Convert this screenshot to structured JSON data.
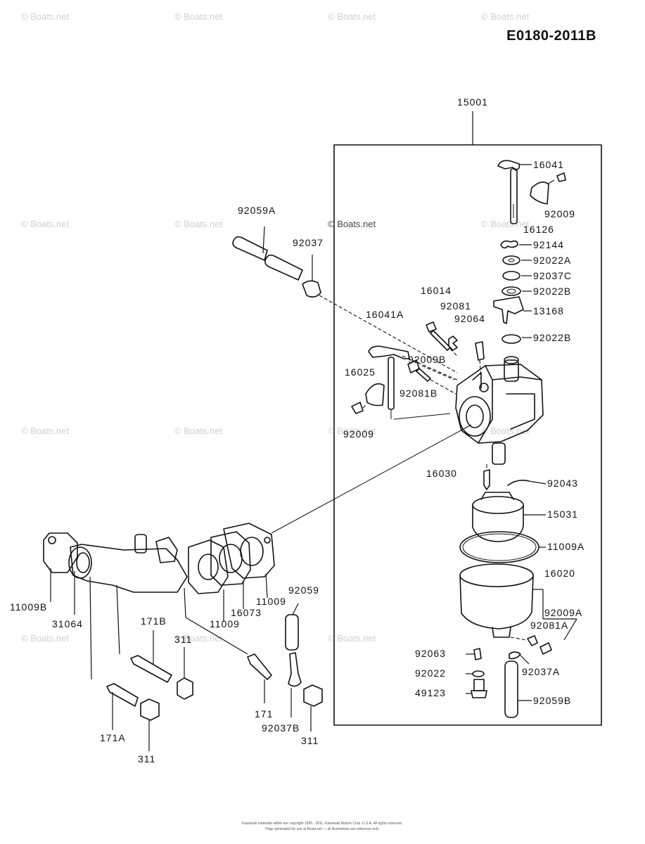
{
  "diagram_code": "E0180-2011B",
  "assembly_label": "15001",
  "watermark_text": "© Boats.net",
  "copyright_line": "Kawasaki materials within are copyright 1995 - 2011, Kawasaki Motors Corp. U.S.A. All rights reserved.",
  "copyright_line2": "Page generated for use at Boats.net — all illustrations are reference only",
  "parts": {
    "p16041": "16041",
    "p92009_top": "92009",
    "p16126": "16126",
    "p92144": "92144",
    "p92022A_top": "92022A",
    "p92037C": "92037C",
    "p92022B_1": "92022B",
    "p13168": "13168",
    "p92022B_2": "92022B",
    "p16014": "16014",
    "p92081": "92081",
    "p92064": "92064",
    "p16041A": "16041A",
    "p92009B": "92009B",
    "p16025": "16025",
    "p92081B": "92081B",
    "p92009_left": "92009",
    "p16030": "16030",
    "p92043": "92043",
    "p15031": "15031",
    "p11009A": "11009A",
    "p16020": "16020",
    "p92009A": "92009A",
    "p92081A": "92081A",
    "p92063": "92063",
    "p92037A": "92037A",
    "p92022": "92022",
    "p49123": "49123",
    "p92059B": "92059B",
    "p92059A": "92059A",
    "p92037": "92037",
    "p92059": "92059",
    "p11009B": "11009B",
    "p31064": "31064",
    "p171B": "171B",
    "p311_a": "311",
    "p11009_a": "11009",
    "p16073": "16073",
    "p11009_b": "11009",
    "p171": "171",
    "p92037B": "92037B",
    "p311_b": "311",
    "p171A": "171A",
    "p311_c": "311"
  }
}
